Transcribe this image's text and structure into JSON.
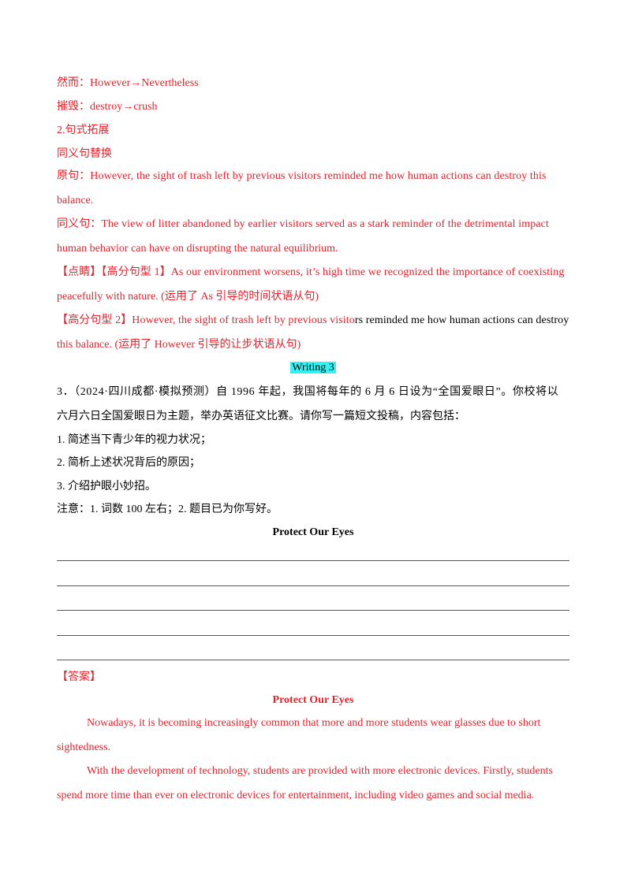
{
  "vocab": [
    "然而：However→Nevertheless",
    "摧毁：destroy→crush"
  ],
  "section_title": "2.句式拓展",
  "subsection_title": "同义句替换",
  "original": {
    "line1": "原句：However, the sight of trash left by previous visitors reminded me how human actions can destroy this",
    "line2": "balance."
  },
  "synonym": {
    "line1": "同义句：The view of litter abandoned by earlier visitors served as a stark reminder of the detrimental impact",
    "line2": "human behavior can have on disrupting the natural equilibrium."
  },
  "tip1": {
    "line1": "【点睛】【高分句型 1】As our environment worsens, it’s high time we recognized the importance of coexisting",
    "line2": "peacefully with nature. (运用了 As 引导的时间状语从句)"
  },
  "tip2": {
    "line1_red": "【高分句型 2】However, the sight of trash left by previous visito",
    "line1_black": "rs reminded me how human actions can destroy",
    "line2": "this balance. (运用了 However 引导的让步状语从句)"
  },
  "writing_label": "Writing  3",
  "question": {
    "line1": "3．（2024·四川成都·模拟预测）自 1996 年起，我国将每年的 6 月 6 日设为“全国爱眼日”。你校将以",
    "line2": "六月六日全国爱眼日为主题，举办英语征文比赛。请你写一篇短文投稿，内容包括：",
    "items": [
      "1. 简述当下青少年的视力状况；",
      "2. 简析上述状况背后的原因；",
      "3. 介绍护眼小妙招。"
    ],
    "note": "注意：1. 词数  100  左右；2. 题目已为你写好。"
  },
  "essay_title": "Protect Our Eyes",
  "answer_label": "【答案】",
  "answer_title": "Protect Our Eyes",
  "answer": {
    "p1_line1": "Nowadays, it is becoming increasingly common that more and more students wear glasses due to short",
    "p1_line2": "sightedness.",
    "p2_line1": "With the development of technology, students are provided with more electronic devices. Firstly, students",
    "p2_line2": "spend more time than ever on electronic devices for entertainment, including video games and social media."
  },
  "colors": {
    "accent_red": "#e8212b",
    "highlight": "#33f2f2"
  }
}
